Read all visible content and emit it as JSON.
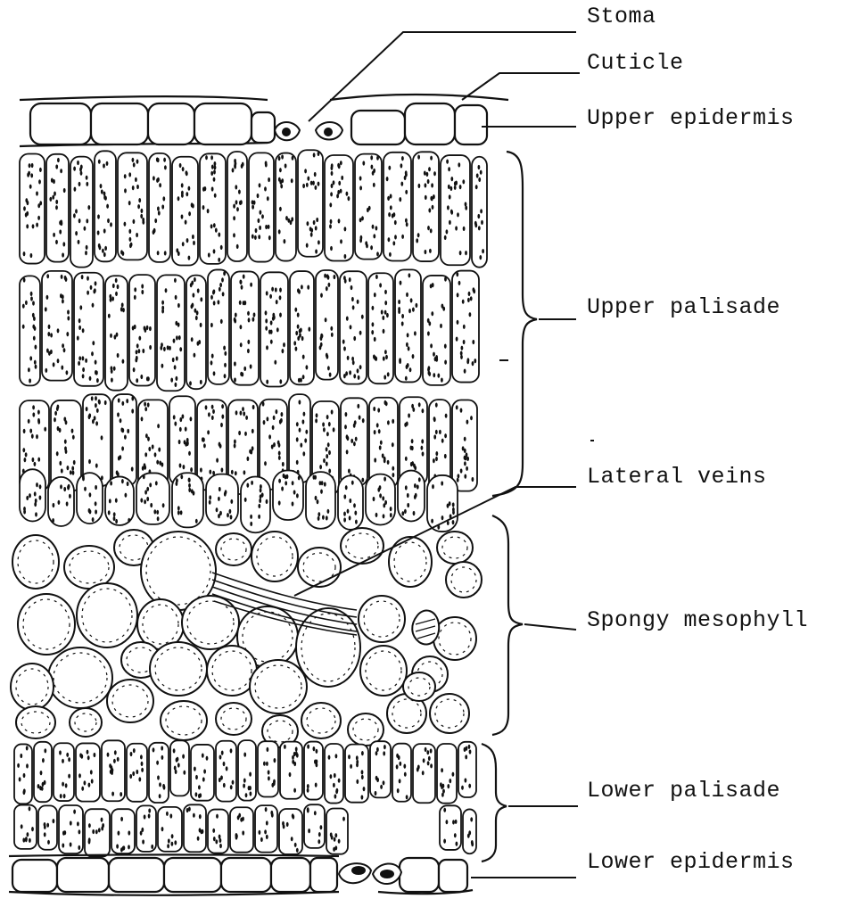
{
  "labels": {
    "stoma": "Stoma",
    "cuticle": "Cuticle",
    "upper_epidermis": "Upper epidermis",
    "upper_palisade": "Upper palisade",
    "lateral_veins": "Lateral veins",
    "spongy_mesophyll": "Spongy mesophyll",
    "lower_palisade": "Lower palisade",
    "lower_epidermis": "Lower epidermis"
  },
  "colors": {
    "ink": "#111111",
    "background": "#ffffff"
  }
}
